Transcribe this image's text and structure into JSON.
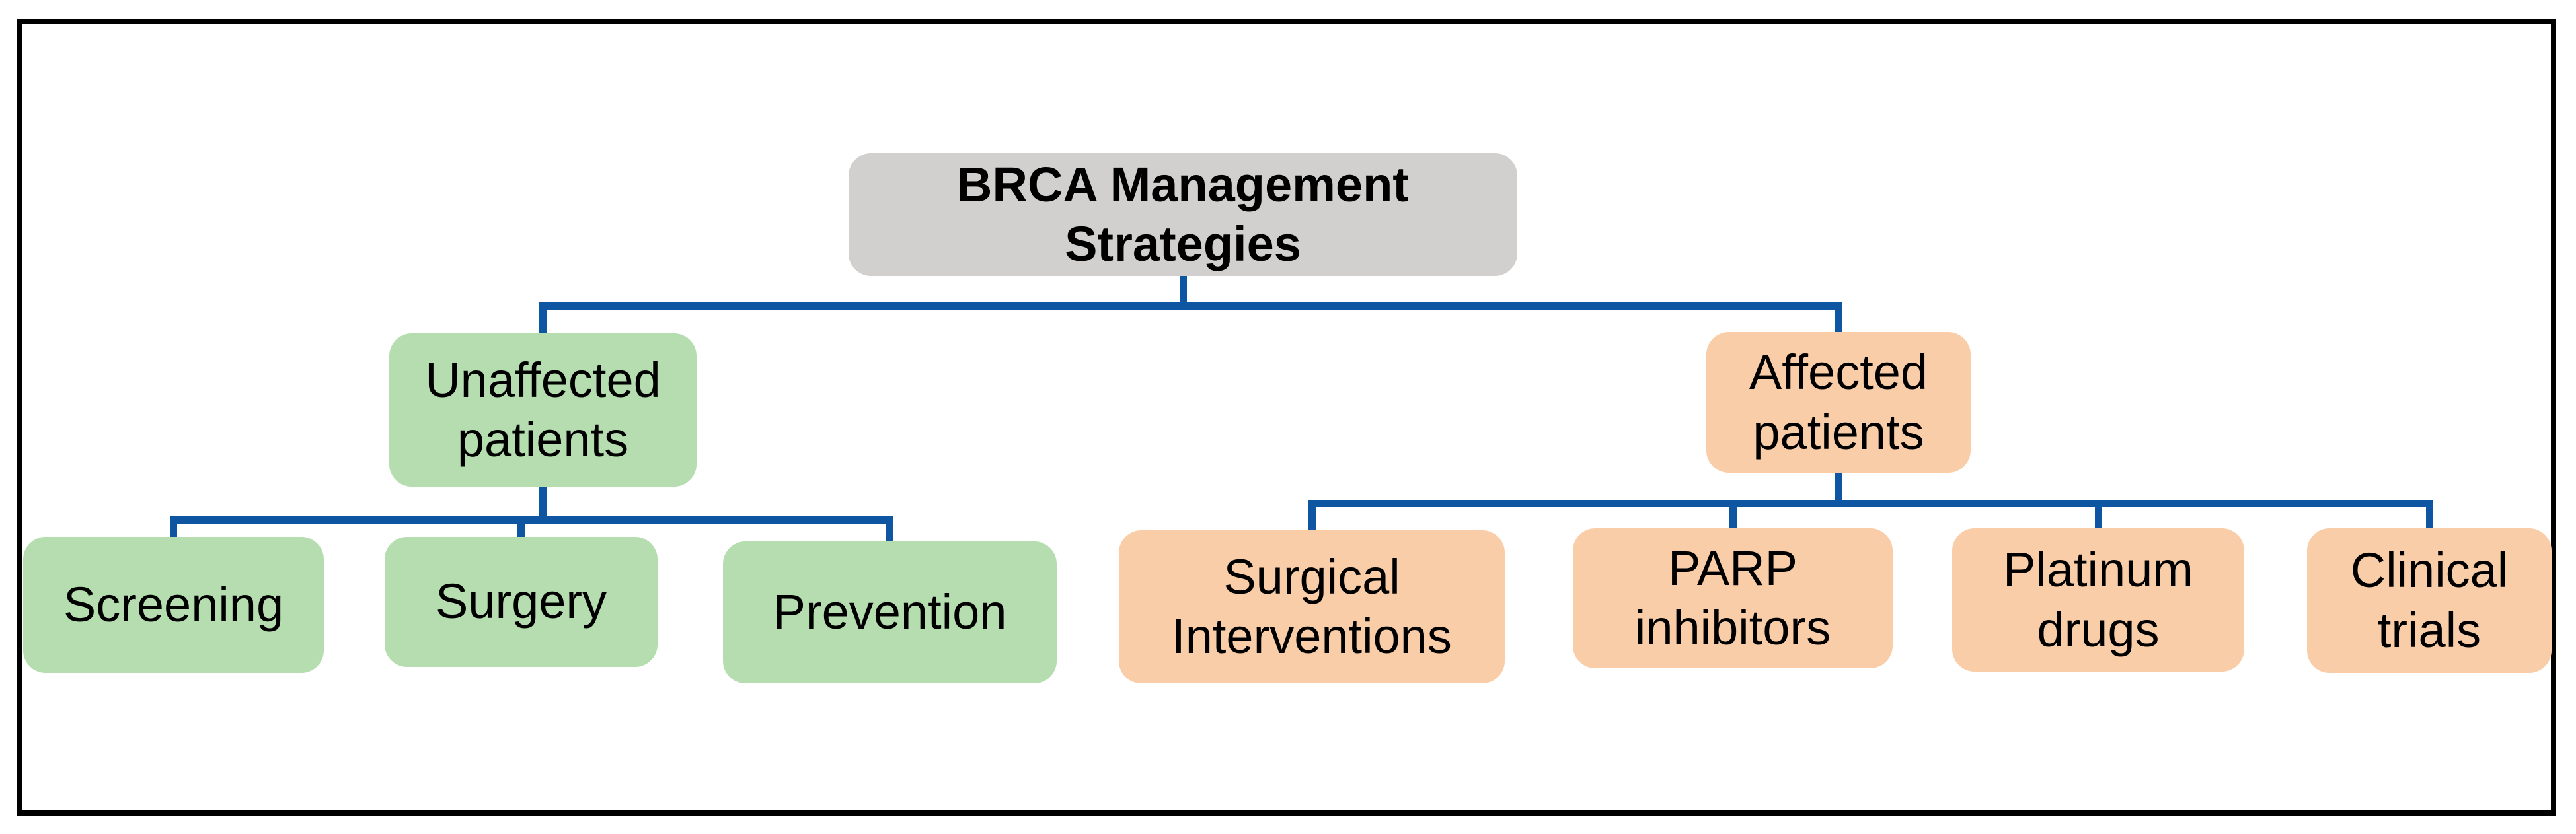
{
  "diagram_type": "hierarchy-flowchart",
  "colors": {
    "root_fill": "#D1D0CE",
    "unaffected_fill": "#B5DDAF",
    "affected_fill": "#FACDA9",
    "connector": "#0E56A2",
    "frame_border": "#000000",
    "text": "#000000",
    "background": "#FFFFFF"
  },
  "tree": {
    "root": {
      "label": "BRCA Management\nStrategies"
    },
    "branches": [
      {
        "label": "Unaffected\npatients",
        "children": [
          {
            "label": "Screening"
          },
          {
            "label": "Surgery"
          },
          {
            "label": "Prevention"
          }
        ]
      },
      {
        "label": "Affected\npatients",
        "children": [
          {
            "label": "Surgical\nInterventions"
          },
          {
            "label": "PARP\ninhibitors"
          },
          {
            "label": "Platinum\ndrugs"
          },
          {
            "label": "Clinical\ntrials"
          }
        ]
      }
    ]
  }
}
